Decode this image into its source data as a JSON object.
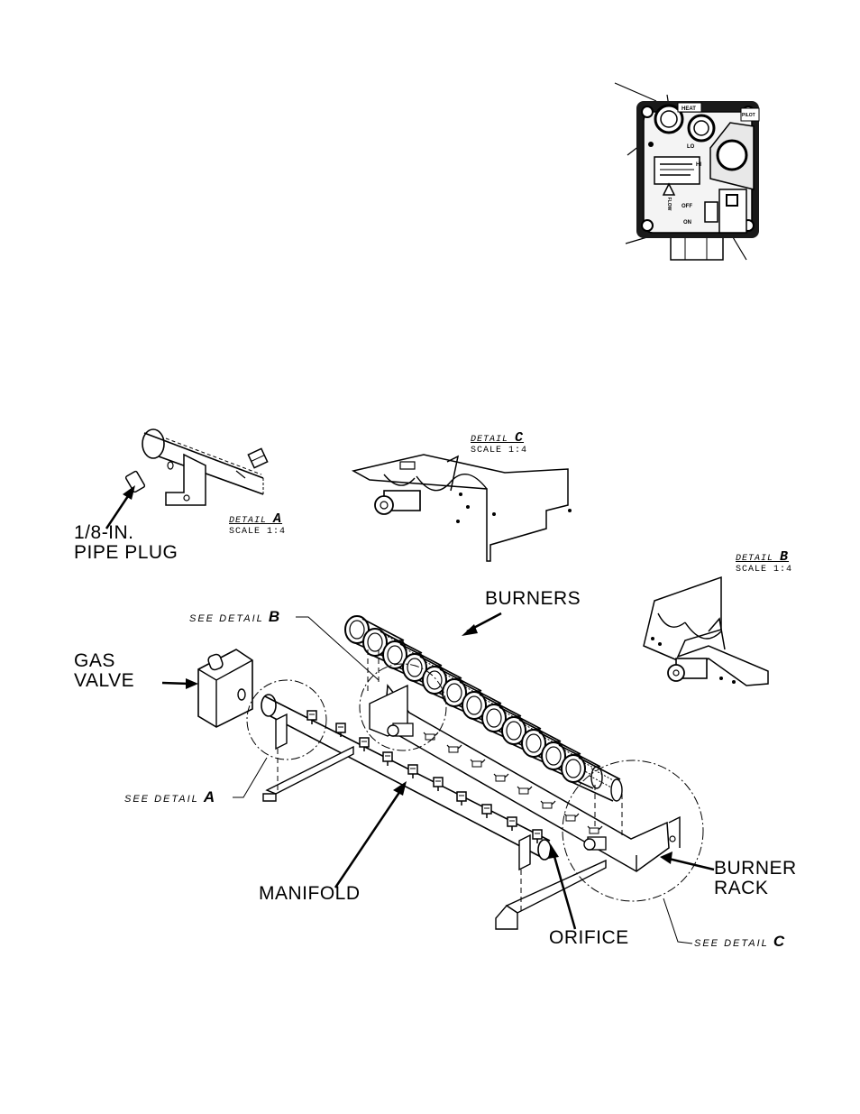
{
  "labels": {
    "pipe_plug_line1": "1/8-IN.",
    "pipe_plug_line2": "PIPE PLUG",
    "burners": "BURNERS",
    "gas_valve_line1": "GAS",
    "gas_valve_line2": "VALVE",
    "manifold": "MANIFOLD",
    "orifice": "ORIFICE",
    "burner_rack_line1": "BURNER",
    "burner_rack_line2": "RACK"
  },
  "details": {
    "a": {
      "title": "DETAIL",
      "letter": "A",
      "scale": "SCALE  1:4"
    },
    "b": {
      "title": "DETAIL",
      "letter": "B",
      "scale": "SCALE  1:4"
    },
    "c": {
      "title": "DETAIL",
      "letter": "C",
      "scale": "SCALE  1:4"
    }
  },
  "callouts": {
    "see_b_text": "SEE DETAIL",
    "see_b_letter": "B",
    "see_a_text": "SEE DETAIL",
    "see_a_letter": "A",
    "see_c_text": "SEE DETAIL",
    "see_c_letter": "C"
  },
  "valve_photo": {
    "top_label": "HEAT",
    "pilot_label": "PILOT",
    "lo": "LO",
    "hi": "HI",
    "flow": "FLOW",
    "off": "OFF",
    "on": "ON"
  },
  "colors": {
    "ink": "#000000",
    "paper": "#ffffff",
    "photo_dark": "#1a1a1a"
  }
}
